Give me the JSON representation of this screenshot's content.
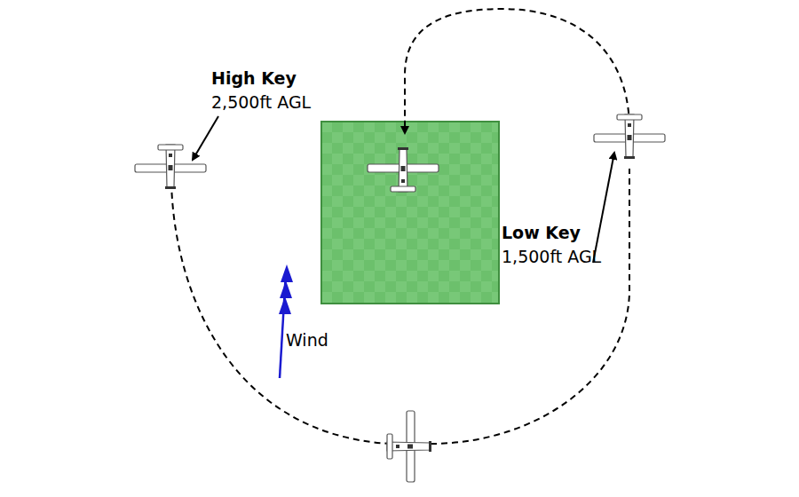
{
  "diagram": {
    "labels": [
      "High Key",
      "2,500ft AGL",
      "Low Key",
      "1,500ft AGL",
      "Wind"
    ]
  }
}
